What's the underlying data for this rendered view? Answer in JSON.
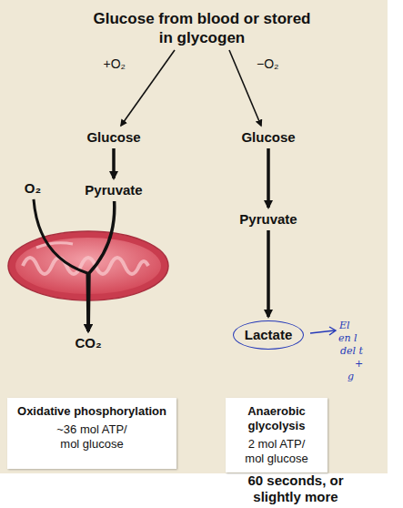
{
  "diagram": {
    "nodes": [
      {
        "text": [
          "Glucose from blood or stored in glycogen"
        ]
      },
      {
        "text": [
          "Glucose"
        ]
      },
      {
        "text": [
          "Glucose"
        ]
      },
      {
        "text": [
          "O₂"
        ]
      },
      {
        "text": [
          "Pyruvate"
        ]
      },
      {
        "text": [
          "Pyruvate"
        ]
      },
      {
        "text": [
          "CO₂"
        ]
      },
      {
        "text": [
          "Lactate"
        ]
      },
      {
        "text": [
          "Oxidative phosphorylation",
          "~36 mol ATP/ mol glucose"
        ]
      },
      {
        "text": [
          "Anaerobic glycolysis",
          "2 mol ATP/ mol glucose"
        ]
      }
    ],
    "edges": [
      {
        "from": 0,
        "to": 1,
        "label": "+O₂",
        "arrow": "to"
      },
      {
        "from": 0,
        "to": 2,
        "label": "−O₂",
        "arrow": "to"
      },
      {
        "from": 1,
        "to": 4,
        "arrow": "to"
      },
      {
        "from": 2,
        "to": 5,
        "arrow": "to"
      },
      {
        "from": 4,
        "to": 6,
        "arrow": "to"
      },
      {
        "from": 3,
        "to": 6,
        "arrow": "to"
      },
      {
        "from": 5,
        "to": 7,
        "arrow": "to"
      }
    ],
    "labels": [
      "60 seconds, or slightly more",
      "El",
      "en l",
      "del t",
      "+",
      "g"
    ]
  }
}
